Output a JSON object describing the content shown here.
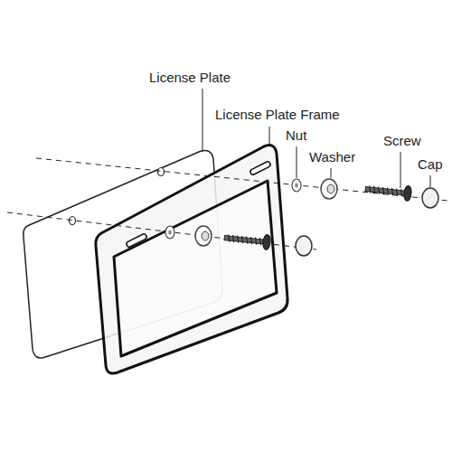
{
  "diagram": {
    "labels": [
      "License Plate",
      "License Plate Frame",
      "Nut",
      "Washer",
      "Screw",
      "Cap"
    ]
  }
}
